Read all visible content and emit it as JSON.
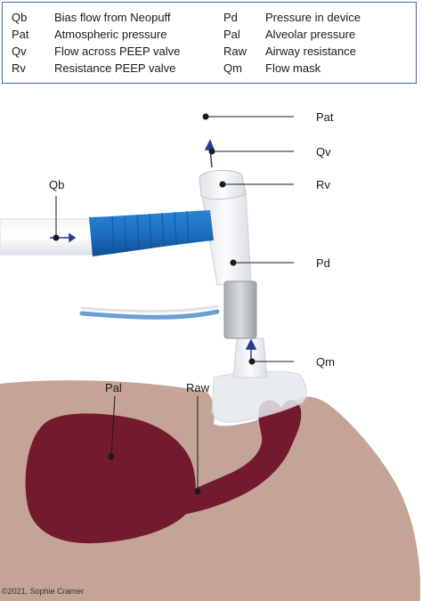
{
  "legend": [
    {
      "abbr": "Qb",
      "desc": "Bias flow from Neopuff"
    },
    {
      "abbr": "Pat",
      "desc": "Atmospheric pressure"
    },
    {
      "abbr": "Qv",
      "desc": "Flow across PEEP valve"
    },
    {
      "abbr": "Rv",
      "desc": "Resistance PEEP valve"
    },
    {
      "abbr": "Pd",
      "desc": "Pressure in device"
    },
    {
      "abbr": "Pal",
      "desc": "Alveolar pressure"
    },
    {
      "abbr": "Raw",
      "desc": "Airway resistance"
    },
    {
      "abbr": "Qm",
      "desc": "Flow mask"
    }
  ],
  "labels": {
    "pat": "Pat",
    "qv": "Qv",
    "rv": "Rv",
    "qb": "Qb",
    "pd": "Pd",
    "qm": "Qm",
    "pal": "Pal",
    "raw": "Raw"
  },
  "credit": "©2021, Sophie Cramer",
  "colors": {
    "legend_border": "#3f6aa8",
    "head": "#c4a496",
    "lung": "#731a2f",
    "tube_blue": "#1b6fbf",
    "arrow": "#2a3a8c",
    "device": "#eceff2",
    "valve": "#c9ccd0"
  }
}
